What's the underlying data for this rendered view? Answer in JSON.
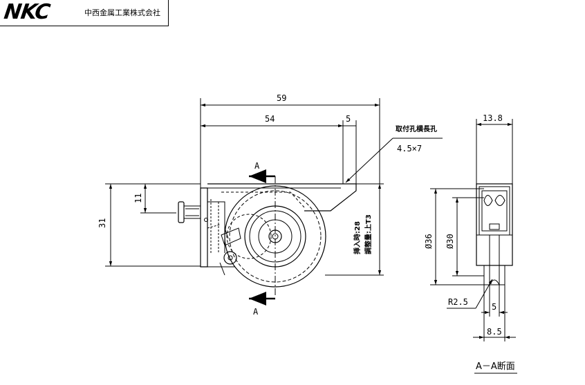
{
  "header": {
    "logo": "NKC",
    "company": "中西金属工業株式会社"
  },
  "front_view": {
    "width_total": "59",
    "width_body": "54",
    "width_offset": "5",
    "height_total": "31",
    "height_top": "11",
    "hole_label": "取付孔横長孔",
    "hole_size": "4.5×7",
    "section_mark_top": "A",
    "section_mark_bottom": "A",
    "note_insert": "挿入時:28",
    "note_adjust": "調整量:上T3"
  },
  "section_view": {
    "width_top": "13.8",
    "dia_outer": "Ø36",
    "dia_inner": "Ø30",
    "radius": "R2.5",
    "width_groove": "5",
    "width_bottom": "8.5",
    "caption": "A－A断面"
  }
}
